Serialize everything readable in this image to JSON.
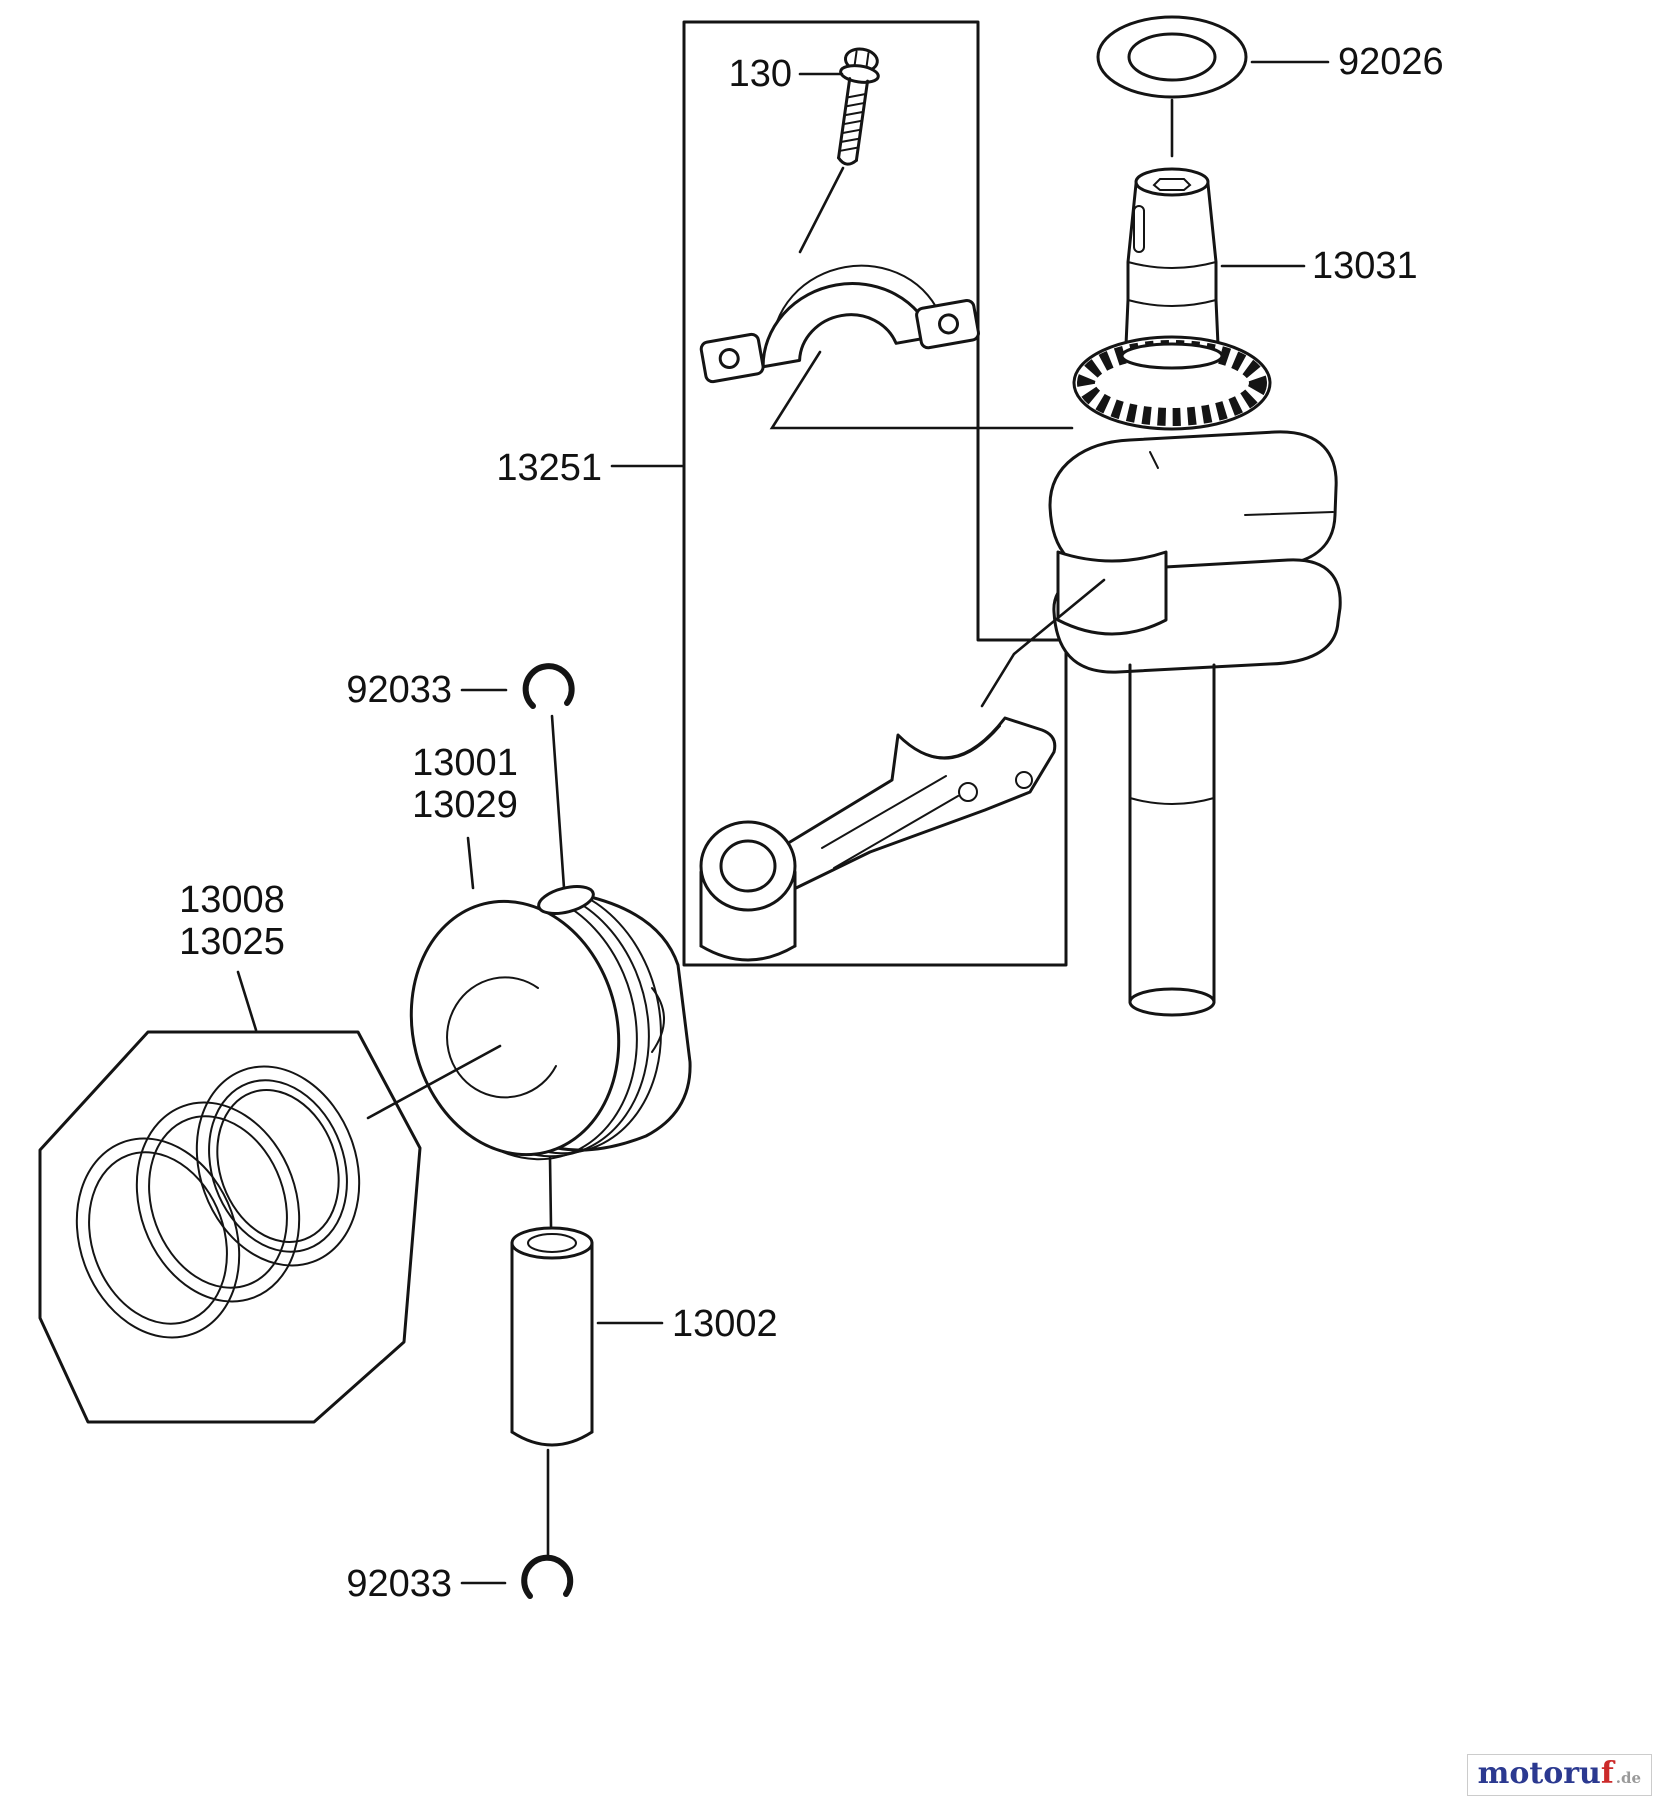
{
  "diagram": {
    "type": "exploded-parts-diagram",
    "labels": {
      "bolt": "130",
      "washer": "92026",
      "crankshaft": "13031",
      "rod_assembly": "13251",
      "circlip_top": "92033",
      "piston_a": "13001",
      "piston_b": "13029",
      "rings_a": "13008",
      "rings_b": "13025",
      "piston_pin": "13002",
      "circlip_bottom": "92033"
    },
    "watermark": {
      "brand_main": "motoru",
      "brand_accent": "f",
      "tld": ".de"
    },
    "colors": {
      "line": "#141414",
      "watermark_blue": "#2b3990",
      "watermark_red": "#cc2a2a",
      "watermark_gray": "#9a9a9a"
    }
  }
}
